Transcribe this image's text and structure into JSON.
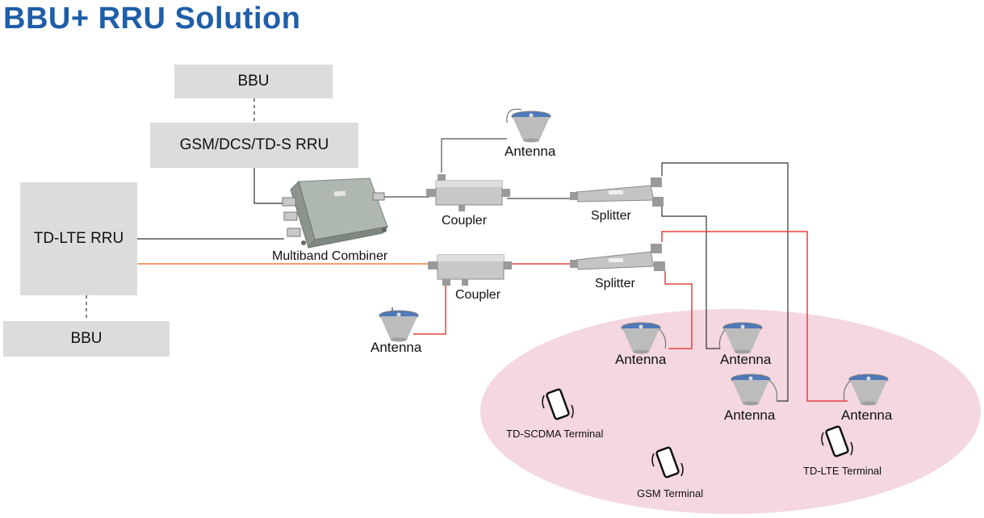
{
  "title": "BBU+ RRU Solution",
  "boxes": {
    "bbu_top": "BBU",
    "gsm_rru": "GSM/DCS/TD-S RRU",
    "td_lte_rru": "TD-LTE RRU",
    "bbu_bottom": "BBU"
  },
  "labels": {
    "multiband_combiner": "Multiband Combiner",
    "coupler_top": "Coupler",
    "coupler_bottom": "Coupler",
    "splitter_top": "Splitter",
    "splitter_bottom": "Splitter",
    "antenna_top": "Antenna",
    "antenna_left": "Antenna",
    "antenna_zone_1": "Antenna",
    "antenna_zone_2": "Antenna",
    "antenna_zone_3": "Antenna",
    "antenna_zone_4": "Antenna"
  },
  "terminals": {
    "td_scdma": "TD-SCDMA Terminal",
    "gsm": "GSM Terminal",
    "td_lte": "TD-LTE Terminal"
  },
  "colors": {
    "title": "#1f5ea8",
    "box": "#dcdcdc",
    "coverage_zone": "#f4d7e0",
    "line_dark": "#333333",
    "line_red": "#e8423a",
    "line_orange": "#f0905a"
  },
  "icons": [
    "ceiling-antenna-icon",
    "coupler-icon",
    "splitter-icon",
    "combiner-icon",
    "mobile-phone-icon"
  ]
}
